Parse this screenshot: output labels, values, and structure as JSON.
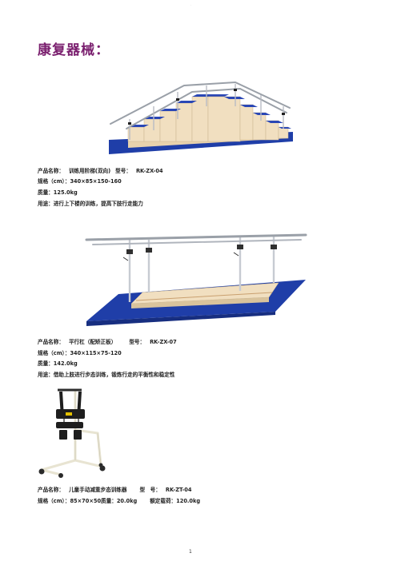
{
  "page": {
    "title": "康复器械：",
    "page_number": "1"
  },
  "products": [
    {
      "name_label": "产品名称：",
      "name": "训练用阶梯(双向)",
      "model_label": "型号：",
      "model": "RK-ZX-04",
      "spec_label": "规格（cm）：",
      "spec": "340×85×150-160",
      "weight_label": "质量：",
      "weight": "125.0kg",
      "use_label": "用途：",
      "use": "进行上下楼的训练，提高下肢行走能力"
    },
    {
      "name_label": "产品名称：",
      "name": "平行杠（配矫正板）",
      "model_label": "型号：",
      "model": "RK-ZX-07",
      "spec_label": "规格（cm）：",
      "spec": "340×115×75-120",
      "weight_label": "质量：",
      "weight": "142.0kg",
      "use_label": "用途：",
      "use": "借助上肢进行步态训练，锻炼行走的平衡性和稳定性"
    },
    {
      "name_label": "产品名称：",
      "name": "儿童手动减重步态训练器",
      "model_label": "型　号：",
      "model": "RK-ZT-04",
      "spec_label": "规格（cm）：",
      "spec": "85×70×50",
      "weight_label": "质量：",
      "weight": "20.0kg",
      "load_label": "额定载荷：",
      "load": "120.0kg"
    }
  ],
  "colors": {
    "title": "#7a1f6e",
    "mat_blue": "#1f3ea8",
    "wood": "#f1dfc0",
    "rail": "#b8bcc4"
  }
}
